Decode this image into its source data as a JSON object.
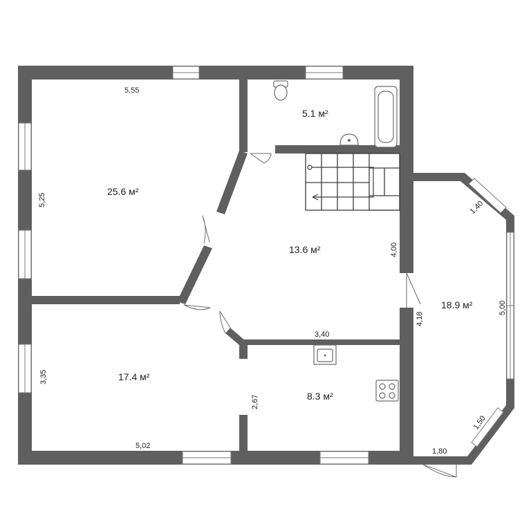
{
  "rooms": [
    {
      "id": "living-room",
      "area": "25.6 м²"
    },
    {
      "id": "bathroom",
      "area": "5.1 м²"
    },
    {
      "id": "hall",
      "area": "13.6 м²"
    },
    {
      "id": "bay-room",
      "area": "18.9 м²"
    },
    {
      "id": "bedroom",
      "area": "17.4 м²"
    },
    {
      "id": "kitchen",
      "area": "8.3 м²"
    }
  ],
  "dimensions": {
    "living_top": "5,55",
    "living_left": "5,25",
    "hall_right": "4,00",
    "bay_diag_top": "1,40",
    "bay_right": "5,00",
    "bay_left": "4,18",
    "kitchen_top": "3,40",
    "bedroom_left": "3,35",
    "kitchen_left": "2,67",
    "bedroom_bottom": "5,02",
    "bay_diag_bottom": "1,50",
    "bay_bottom": "1,80"
  }
}
